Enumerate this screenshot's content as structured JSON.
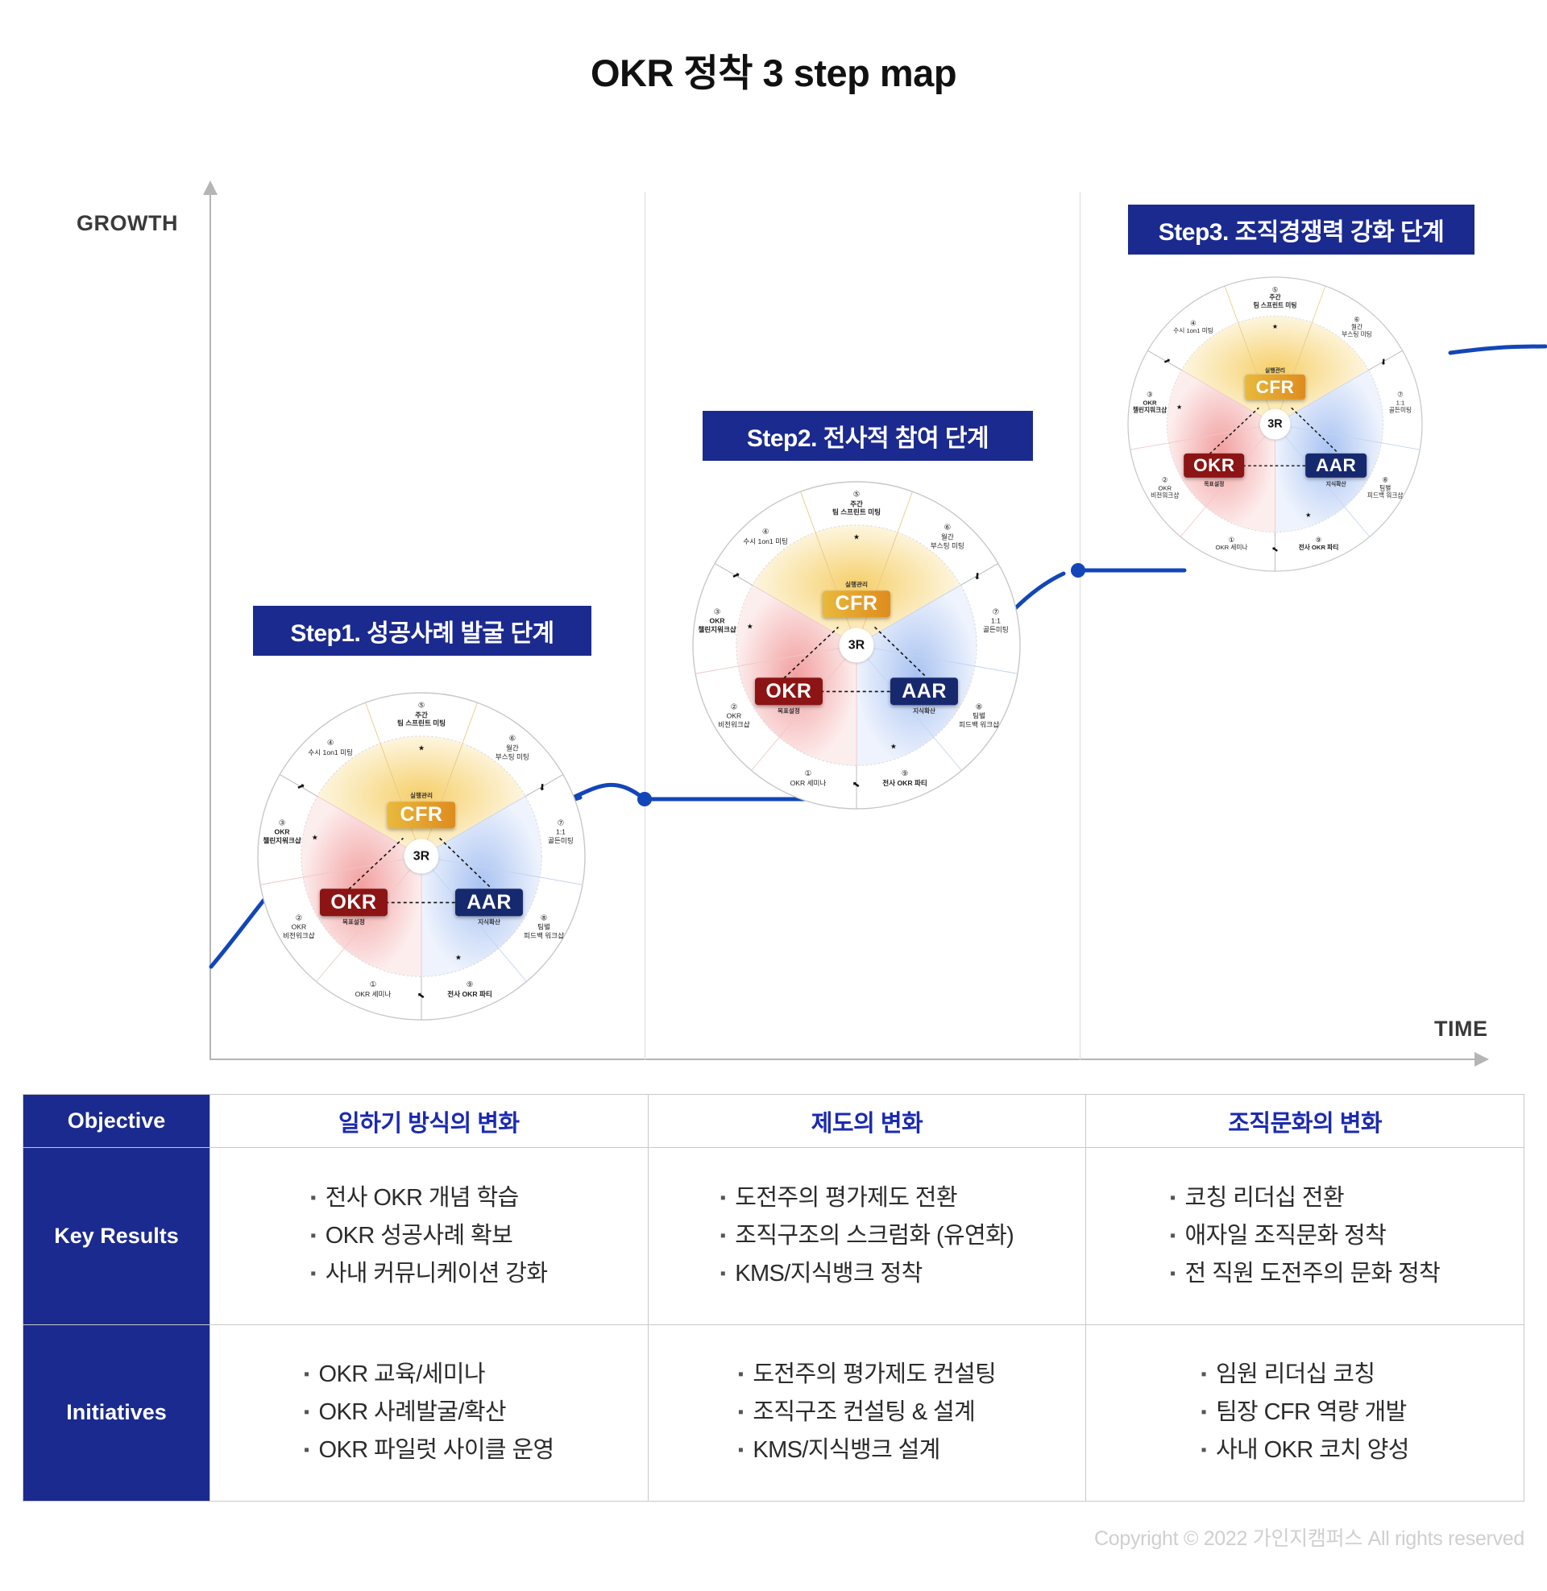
{
  "page": {
    "title": "OKR 정착 3 step map",
    "copyright": "Copyright © 2022 가인지캠퍼스 All rights reserved"
  },
  "axes": {
    "y_label": "GROWTH",
    "x_label": "TIME"
  },
  "steps": [
    {
      "id": "step1",
      "chip": "Step1. 성공사례 발굴 단계"
    },
    {
      "id": "step2",
      "chip": "Step2. 전사적 참여 단계"
    },
    {
      "id": "step3",
      "chip": "Step3. 조직경쟁력 강화 단계"
    }
  ],
  "wheel": {
    "center_label": "3R",
    "pillars": [
      {
        "key": "cfr",
        "label": "CFR",
        "sub": "실행관리",
        "color": "#de8c1e"
      },
      {
        "key": "okr",
        "label": "OKR",
        "sub": "목표설정",
        "color": "#8c1414"
      },
      {
        "key": "aar",
        "label": "AAR",
        "sub": "지식확산",
        "color": "#17296e"
      }
    ],
    "outer_items": [
      {
        "num": "①",
        "line1": "OKR 세미나",
        "line2": "",
        "bold": false,
        "star": false
      },
      {
        "num": "②",
        "line1": "OKR",
        "line2": "비전워크샵",
        "bold": false,
        "star": false
      },
      {
        "num": "③",
        "line1": "OKR",
        "line2": "챌린지워크샵",
        "bold": true,
        "star": true
      },
      {
        "num": "④",
        "line1": "수시 1on1 미팅",
        "line2": "",
        "bold": false,
        "star": false
      },
      {
        "num": "⑤",
        "line1": "주간",
        "line2": "팀 스프린트 미팅",
        "bold": true,
        "star": true
      },
      {
        "num": "⑥",
        "line1": "월간",
        "line2": "부스팅 미팅",
        "bold": false,
        "star": false
      },
      {
        "num": "⑦",
        "line1": "1:1",
        "line2": "골든미팅",
        "bold": false,
        "star": false
      },
      {
        "num": "⑧",
        "line1": "팀별",
        "line2": "피드백 워크샵",
        "bold": false,
        "star": false
      },
      {
        "num": "⑨",
        "line1": "전사 OKR 파티",
        "line2": "",
        "bold": true,
        "star": true
      }
    ]
  },
  "table": {
    "rows": [
      {
        "head": "Objective",
        "type": "objective"
      },
      {
        "head": "Key Results",
        "type": "list"
      },
      {
        "head": "Initiatives",
        "type": "list"
      }
    ],
    "objective": [
      "일하기 방식의 변화",
      "제도의 변화",
      "조직문화의 변화"
    ],
    "key_results": [
      [
        "전사 OKR 개념 학습",
        "OKR 성공사례 확보",
        "사내 커뮤니케이션 강화"
      ],
      [
        "도전주의 평가제도 전환",
        "조직구조의 스크럼화 (유연화)",
        "KMS/지식뱅크 정착"
      ],
      [
        "코칭 리더십 전환",
        "애자일 조직문화 정착",
        "전 직원 도전주의 문화 정착"
      ]
    ],
    "initiatives": [
      [
        "OKR 교육/세미나",
        "OKR 사례발굴/확산",
        "OKR 파일럿 사이클 운영"
      ],
      [
        "도전주의 평가제도 컨설팅",
        "조직구조 컨설팅 & 설계",
        "KMS/지식뱅크 설계"
      ],
      [
        "임원 리더십 코칭",
        "팀장 CFR 역량 개발",
        "사내 OKR 코치 양성"
      ]
    ]
  },
  "colors": {
    "brand_blue": "#1b2a8f",
    "trend_line": "#1246b8",
    "cfr": "#de8c1e",
    "okr": "#8c1414",
    "aar": "#17296e"
  }
}
